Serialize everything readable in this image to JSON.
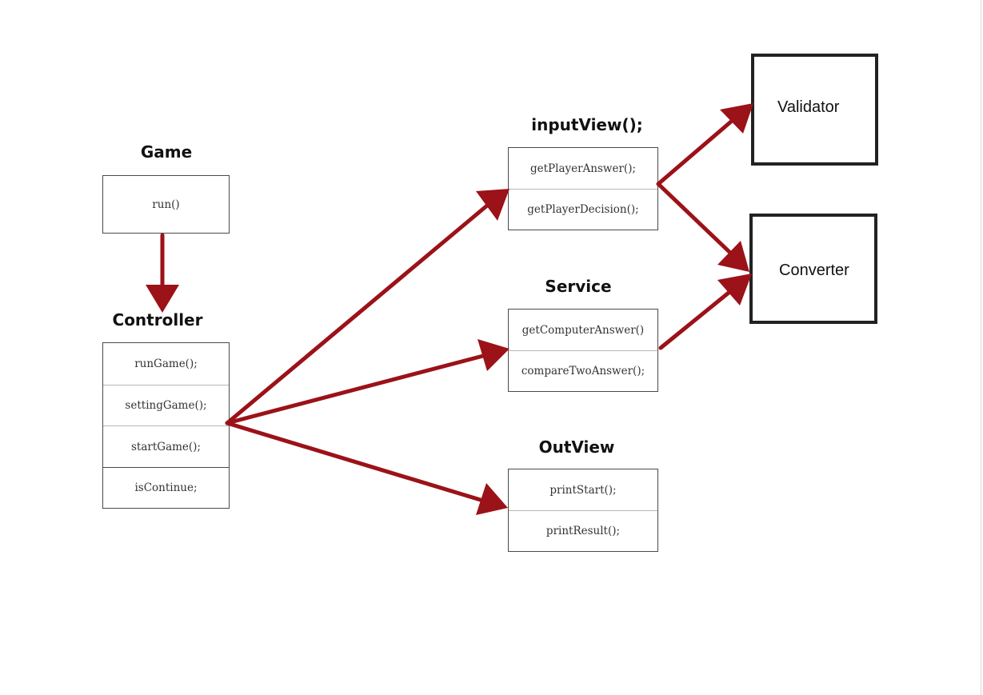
{
  "game": {
    "title": "Game",
    "methods": [
      "run()"
    ]
  },
  "controller": {
    "title": "Controller",
    "methods": [
      "runGame();",
      "settingGame();",
      "startGame();",
      "isContinue;"
    ]
  },
  "input_view": {
    "title": "inputView();",
    "methods": [
      "getPlayerAnswer();",
      "getPlayerDecision();"
    ]
  },
  "service": {
    "title": "Service",
    "methods": [
      "getComputerAnswer()",
      "compareTwoAnswer();"
    ]
  },
  "out_view": {
    "title": "OutView",
    "methods": [
      "printStart();",
      "printResult();"
    ]
  },
  "validator": {
    "label": "Validator"
  },
  "converter": {
    "label": "Converter"
  },
  "colors": {
    "arrow": "#9b1218",
    "border": "#222222"
  }
}
